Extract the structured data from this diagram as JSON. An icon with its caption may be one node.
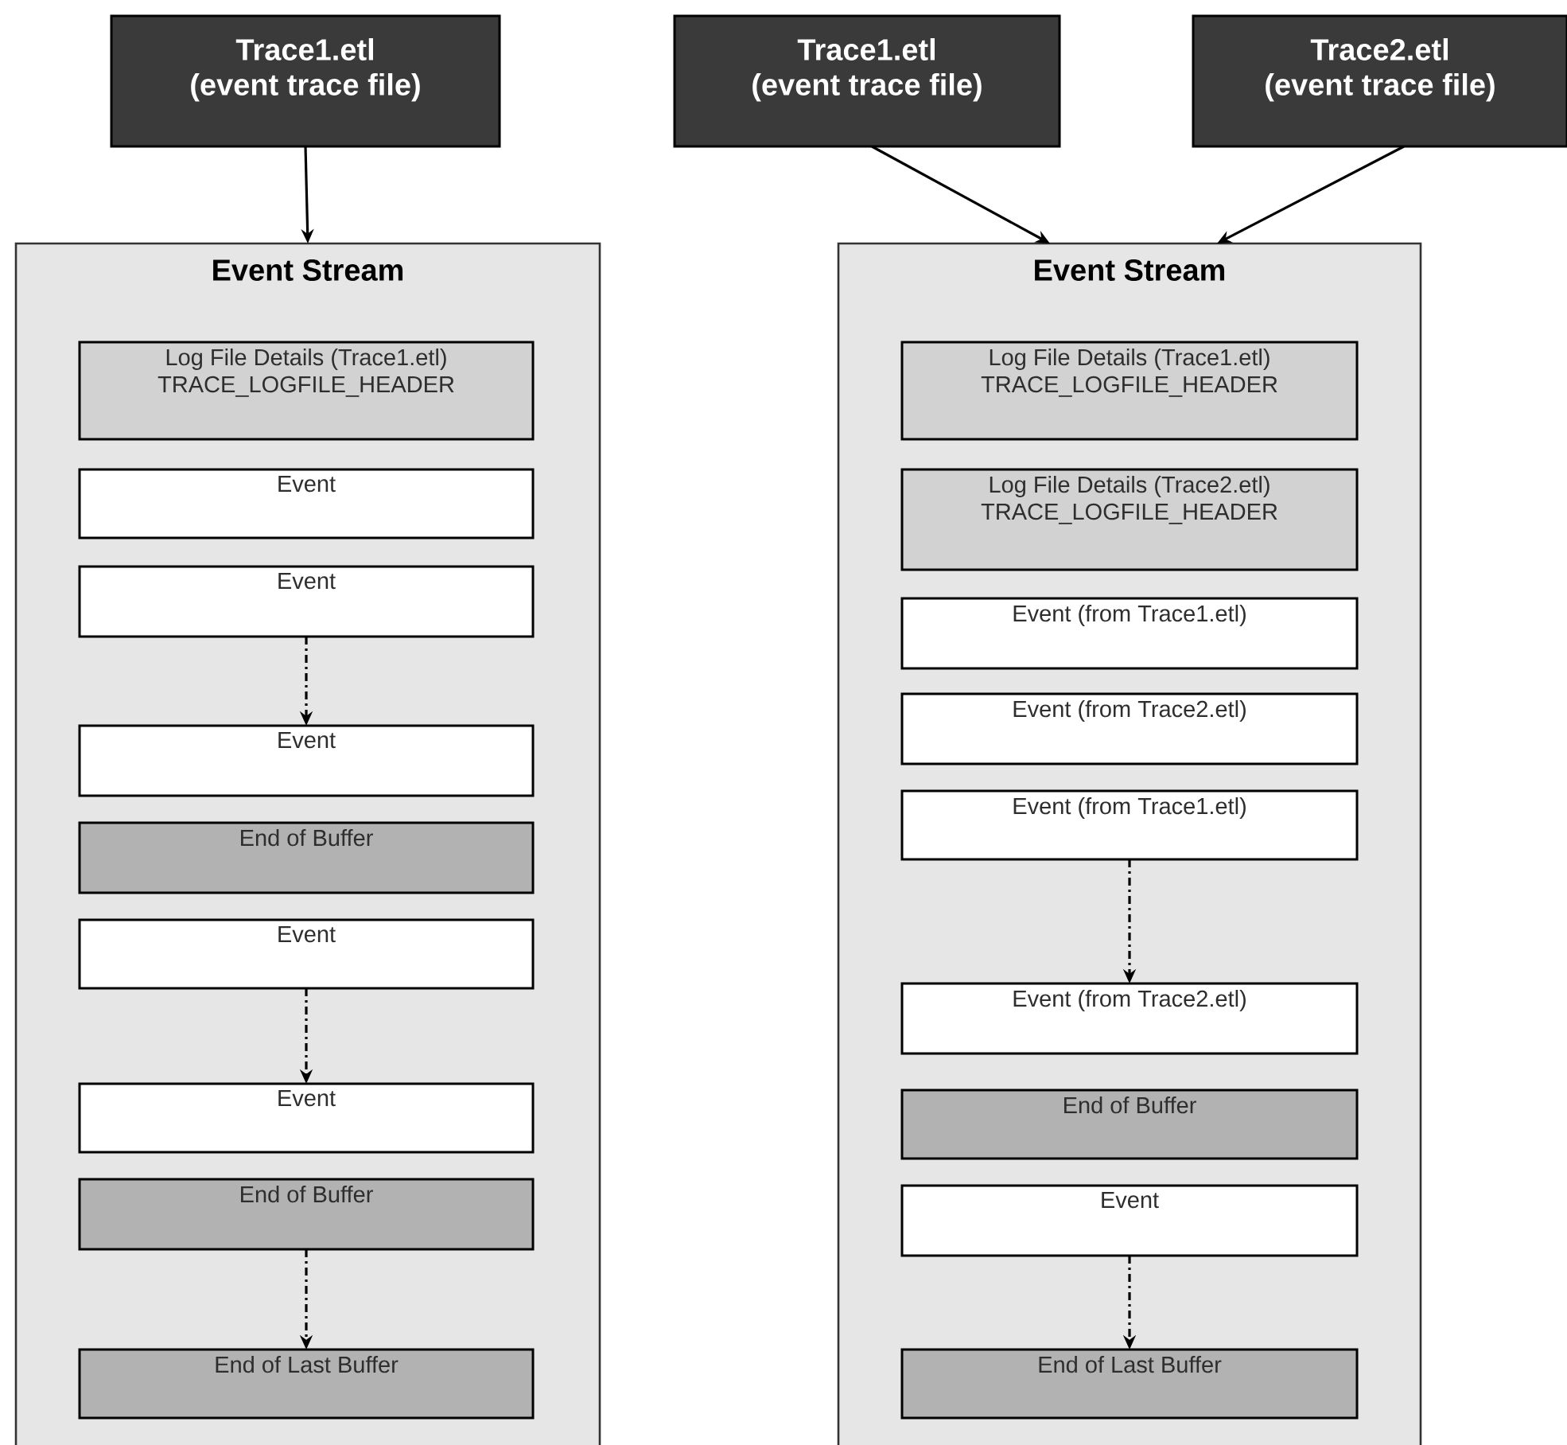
{
  "diagram": {
    "nodes": [
      {
        "text": [
          "Trace1.etl",
          "(event trace file)"
        ]
      },
      {
        "text": [
          "Event Stream"
        ]
      },
      {
        "text": [
          "Log File Details (Trace1.etl) TRACE_LOGFILE_HEADER"
        ],
        "in": 1
      },
      {
        "text": [
          "Event"
        ],
        "in": 1
      },
      {
        "text": [
          "Event"
        ],
        "in": 1
      },
      {
        "text": [
          "Event"
        ],
        "in": 1
      },
      {
        "text": [
          "End of Buffer"
        ],
        "in": 1
      },
      {
        "text": [
          "Event"
        ],
        "in": 1
      },
      {
        "text": [
          "Event"
        ],
        "in": 1
      },
      {
        "text": [
          "End of Buffer"
        ],
        "in": 1
      },
      {
        "text": [
          "End of Last Buffer"
        ],
        "in": 1
      },
      {
        "text": [
          "Trace1.etl",
          "(event trace file)"
        ]
      },
      {
        "text": [
          "Trace2.etl",
          "(event trace file)"
        ]
      },
      {
        "text": [
          "Event Stream"
        ]
      },
      {
        "text": [
          "Log File Details (Trace1.etl) TRACE_LOGFILE_HEADER"
        ],
        "in": 13
      },
      {
        "text": [
          "Log File Details (Trace2.etl) TRACE_LOGFILE_HEADER"
        ],
        "in": 13
      },
      {
        "text": [
          "Event (from Trace1.etl)"
        ],
        "in": 13
      },
      {
        "text": [
          "Event (from Trace2.etl)"
        ],
        "in": 13
      },
      {
        "text": [
          "Event (from Trace1.etl)"
        ],
        "in": 13
      },
      {
        "text": [
          "Event (from Trace2.etl)"
        ],
        "in": 13
      },
      {
        "text": [
          "End of Buffer"
        ],
        "in": 13
      },
      {
        "text": [
          "Event"
        ],
        "in": 13
      },
      {
        "text": [
          "End of Last Buffer"
        ],
        "in": 13
      }
    ],
    "edges": [
      {
        "from": 0,
        "to": 1,
        "arrow": "to"
      },
      {
        "from": 11,
        "to": 13,
        "arrow": "to"
      },
      {
        "from": 12,
        "to": 13,
        "arrow": "to"
      },
      {
        "from": 4,
        "to": 5,
        "arrow": "to",
        "style": "dashed"
      },
      {
        "from": 7,
        "to": 8,
        "arrow": "to",
        "style": "dashed"
      },
      {
        "from": 9,
        "to": 10,
        "arrow": "to",
        "style": "dashed"
      },
      {
        "from": 18,
        "to": 19,
        "arrow": "to",
        "style": "dashed"
      },
      {
        "from": 21,
        "to": 22,
        "arrow": "to",
        "style": "dashed"
      }
    ]
  }
}
